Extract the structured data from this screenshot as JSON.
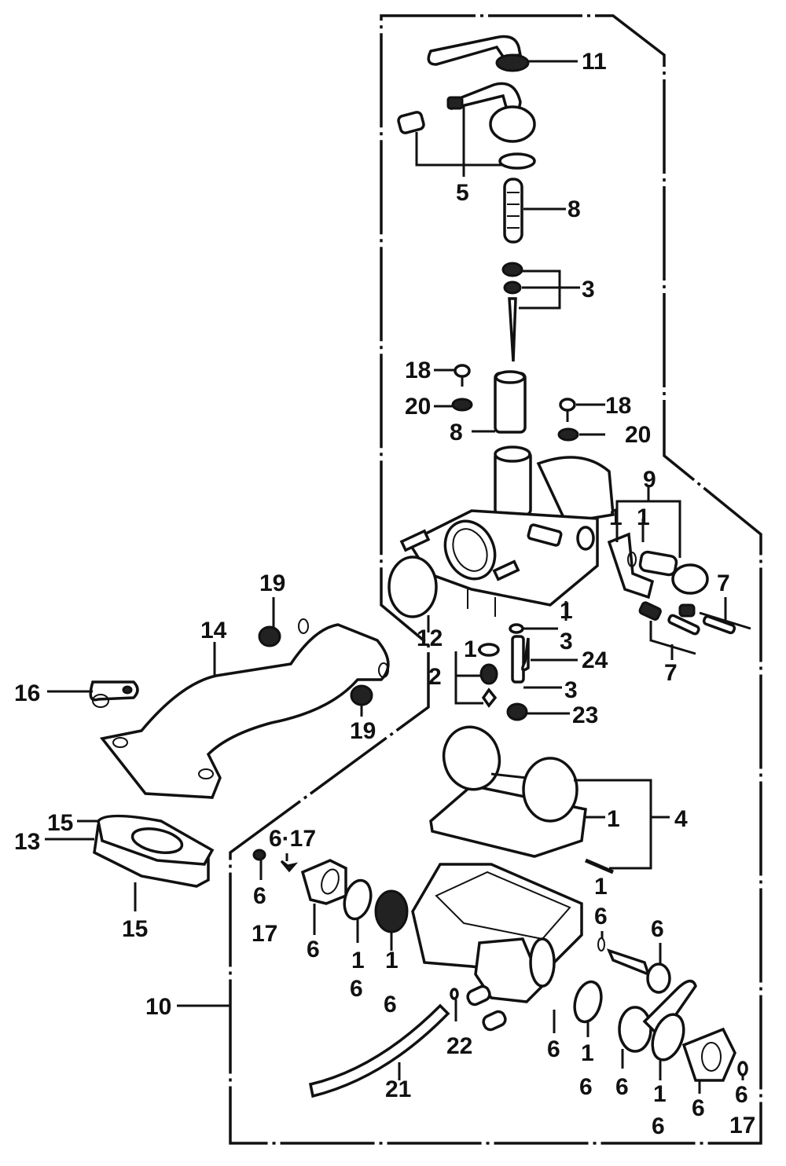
{
  "title": "Carburetor exploded parts diagram",
  "colors": {
    "ink": "#111111",
    "paper": "#ffffff"
  },
  "callouts": [
    {
      "id": "c11",
      "text": "11"
    },
    {
      "id": "c5",
      "text": "5"
    },
    {
      "id": "c8a",
      "text": "8"
    },
    {
      "id": "c3a",
      "text": "3"
    },
    {
      "id": "c18a",
      "text": "18"
    },
    {
      "id": "c20a",
      "text": "20"
    },
    {
      "id": "c8b",
      "text": "8"
    },
    {
      "id": "c18b",
      "text": "18"
    },
    {
      "id": "c20b",
      "text": "20"
    },
    {
      "id": "c9",
      "text": "9"
    },
    {
      "id": "c1a",
      "text": "1"
    },
    {
      "id": "c1b",
      "text": "1"
    },
    {
      "id": "c7a",
      "text": "7"
    },
    {
      "id": "c7b",
      "text": "7"
    },
    {
      "id": "c1c",
      "text": "1"
    },
    {
      "id": "c12",
      "text": "12"
    },
    {
      "id": "c3b",
      "text": "3"
    },
    {
      "id": "c1d",
      "text": "1"
    },
    {
      "id": "c24",
      "text": "24"
    },
    {
      "id": "c2",
      "text": "2"
    },
    {
      "id": "c3c",
      "text": "3"
    },
    {
      "id": "c23",
      "text": "23"
    },
    {
      "id": "c19a",
      "text": "19"
    },
    {
      "id": "c14",
      "text": "14"
    },
    {
      "id": "c16",
      "text": "16"
    },
    {
      "id": "c19b",
      "text": "19"
    },
    {
      "id": "c1e",
      "text": "1"
    },
    {
      "id": "c4",
      "text": "4"
    },
    {
      "id": "c15a",
      "text": "15"
    },
    {
      "id": "c13",
      "text": "13"
    },
    {
      "id": "c15b",
      "text": "15"
    },
    {
      "id": "c617a",
      "text": "6·17"
    },
    {
      "id": "c6a",
      "text": "6"
    },
    {
      "id": "c17a",
      "text": "17"
    },
    {
      "id": "c6b",
      "text": "6"
    },
    {
      "id": "c1f",
      "text": "1"
    },
    {
      "id": "c6c",
      "text": "6"
    },
    {
      "id": "c1g",
      "text": "1"
    },
    {
      "id": "c6d",
      "text": "6"
    },
    {
      "id": "c1h",
      "text": "1"
    },
    {
      "id": "c6e",
      "text": "6"
    },
    {
      "id": "c6f",
      "text": "6"
    },
    {
      "id": "c10",
      "text": "10"
    },
    {
      "id": "c22",
      "text": "22"
    },
    {
      "id": "c21",
      "text": "21"
    },
    {
      "id": "c6g",
      "text": "6"
    },
    {
      "id": "c1i",
      "text": "1"
    },
    {
      "id": "c6h",
      "text": "6"
    },
    {
      "id": "c6i",
      "text": "6"
    },
    {
      "id": "c1j",
      "text": "1"
    },
    {
      "id": "c6j",
      "text": "6"
    },
    {
      "id": "c6k",
      "text": "6"
    },
    {
      "id": "c6l",
      "text": "6"
    },
    {
      "id": "c17b",
      "text": "17"
    }
  ]
}
